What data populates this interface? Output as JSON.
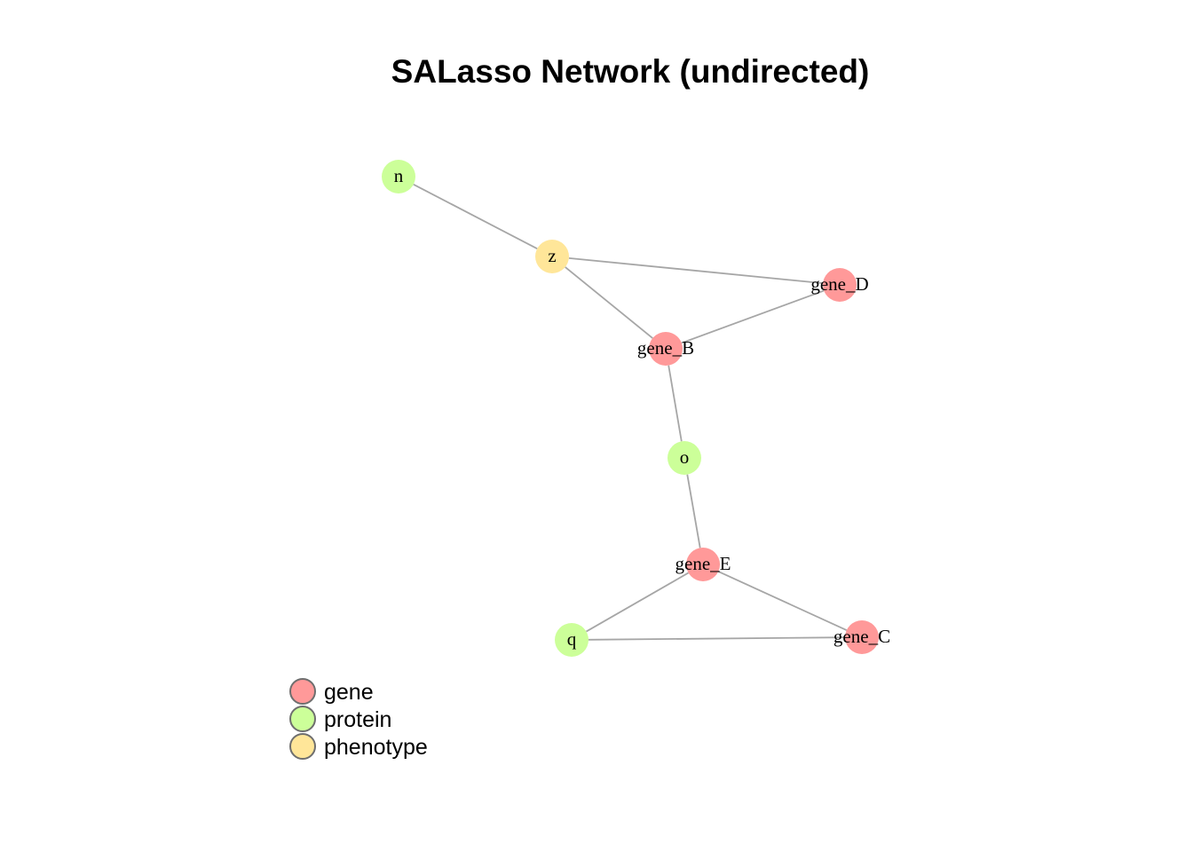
{
  "title": "SALasso Network (undirected)",
  "colors": {
    "gene": "#ff9999",
    "protein": "#ccff99",
    "phenotype": "#ffe699",
    "edge": "#a6a6a6"
  },
  "legend": [
    {
      "category": "gene",
      "label": "gene"
    },
    {
      "category": "protein",
      "label": "protein"
    },
    {
      "category": "phenotype",
      "label": "phenotype"
    }
  ],
  "nodes": [
    {
      "id": "n",
      "label": "n",
      "category": "protein"
    },
    {
      "id": "z",
      "label": "z",
      "category": "phenotype"
    },
    {
      "id": "gene_D",
      "label": "gene_D",
      "category": "gene"
    },
    {
      "id": "gene_B",
      "label": "gene_B",
      "category": "gene"
    },
    {
      "id": "o",
      "label": "o",
      "category": "protein"
    },
    {
      "id": "gene_E",
      "label": "gene_E",
      "category": "gene"
    },
    {
      "id": "q",
      "label": "q",
      "category": "protein"
    },
    {
      "id": "gene_C",
      "label": "gene_C",
      "category": "gene"
    }
  ],
  "edges": [
    {
      "source": "n",
      "target": "z"
    },
    {
      "source": "z",
      "target": "gene_D"
    },
    {
      "source": "z",
      "target": "gene_B"
    },
    {
      "source": "gene_B",
      "target": "gene_D"
    },
    {
      "source": "gene_B",
      "target": "o"
    },
    {
      "source": "o",
      "target": "gene_E"
    },
    {
      "source": "gene_E",
      "target": "q"
    },
    {
      "source": "gene_E",
      "target": "gene_C"
    },
    {
      "source": "q",
      "target": "gene_C"
    }
  ]
}
